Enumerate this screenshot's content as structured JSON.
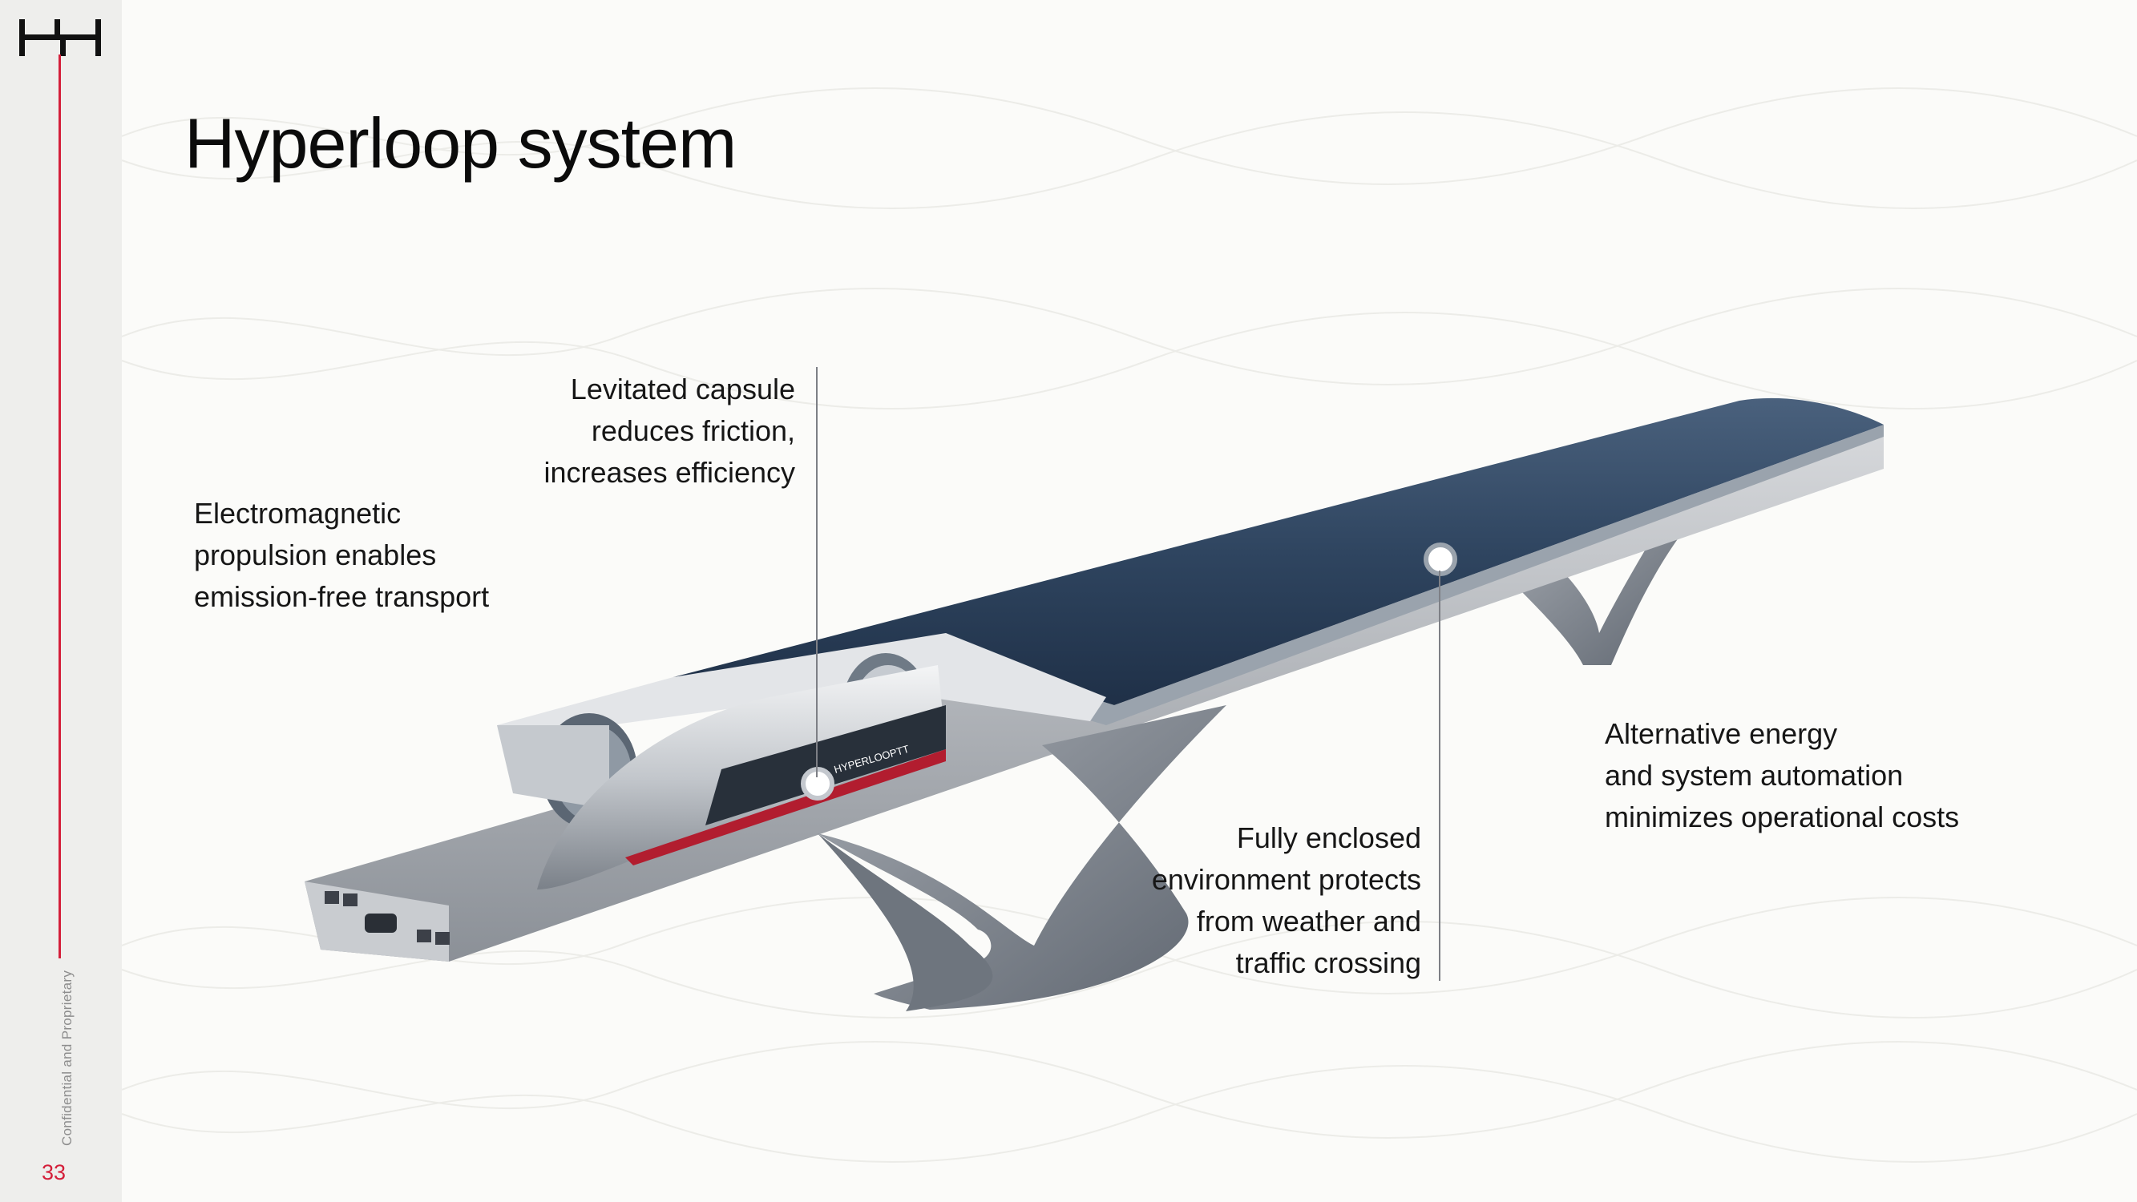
{
  "slide": {
    "title": "Hyperloop system",
    "page_number": "33",
    "confidential_label": "Confidential and Proprietary",
    "accent_color": "#d41f3a",
    "logo_icon": "hh-monogram-logo"
  },
  "illustration": {
    "pod_brand": "HYPERLOOPTT"
  },
  "callouts": {
    "capsule": {
      "lines": [
        "Levitated capsule",
        "reduces friction,",
        "increases efficiency"
      ]
    },
    "propulsion": {
      "lines": [
        "Electromagnetic",
        "propulsion enables",
        "emission-free transport"
      ]
    },
    "energy": {
      "lines": [
        "Alternative energy",
        "and system automation",
        "minimizes operational costs"
      ]
    },
    "enclosed": {
      "lines": [
        "Fully enclosed",
        "environment protects",
        "from weather and",
        "traffic crossing"
      ]
    }
  }
}
